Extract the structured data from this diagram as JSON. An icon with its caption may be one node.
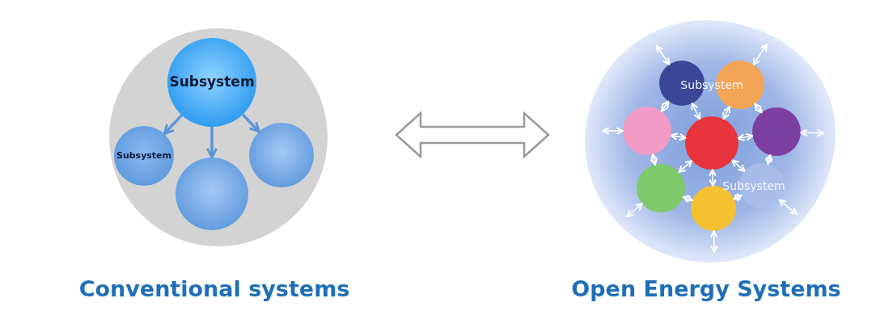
{
  "diagram": {
    "nodes": [
      {
        "text": [],
        "shape": "circle",
        "beside": [
          "Conventional systems"
        ]
      },
      {
        "text": [
          "Subsystem"
        ],
        "in": 0
      },
      {
        "text": [
          "Subsystem"
        ],
        "in": 0
      },
      {
        "text": [],
        "shape": "circle",
        "in": 0
      },
      {
        "text": [],
        "shape": "circle",
        "in": 0
      },
      {
        "text": [],
        "shape": "cloud",
        "beside": [
          "Open Energy Systems"
        ]
      },
      {
        "text": [
          "Subsystem"
        ],
        "in": 5
      },
      {
        "text": [],
        "shape": "circle",
        "in": 5
      },
      {
        "text": [],
        "shape": "circle",
        "in": 5
      },
      {
        "text": [],
        "shape": "circle",
        "in": 5
      },
      {
        "text": [],
        "shape": "circle",
        "in": 5
      },
      {
        "text": [],
        "shape": "circle",
        "in": 5
      },
      {
        "text": [
          "Subsystem"
        ],
        "in": 5
      },
      {
        "text": [],
        "shape": "circle",
        "in": 5
      }
    ],
    "edges": [
      {
        "from": 1,
        "to": 2,
        "arrow": "to",
        "style": "thick",
        "color": "#5b95d6"
      },
      {
        "from": 1,
        "to": 3,
        "arrow": "to",
        "style": "thick",
        "color": "#5b95d6"
      },
      {
        "from": 1,
        "to": 4,
        "arrow": "to",
        "style": "thick",
        "color": "#5b95d6"
      },
      {
        "from": 0,
        "to": 5,
        "arrow": "both",
        "style": "thick",
        "color": "#9a9a9a"
      },
      {
        "from": 6,
        "to": 9,
        "arrow": "both"
      },
      {
        "from": 7,
        "to": 9,
        "arrow": "both"
      },
      {
        "from": 8,
        "to": 9,
        "arrow": "both"
      },
      {
        "from": 10,
        "to": 9,
        "arrow": "both"
      },
      {
        "from": 11,
        "to": 9,
        "arrow": "both"
      },
      {
        "from": 12,
        "to": 9,
        "arrow": "both"
      },
      {
        "from": 13,
        "to": 9,
        "arrow": "both"
      },
      {
        "from": 6,
        "to": 8,
        "arrow": "both"
      },
      {
        "from": 7,
        "to": 10,
        "arrow": "both"
      },
      {
        "from": 8,
        "to": 11,
        "arrow": "both"
      },
      {
        "from": 10,
        "to": 12,
        "arrow": "both"
      },
      {
        "from": 11,
        "to": 13,
        "arrow": "both"
      },
      {
        "from": 13,
        "to": 12,
        "arrow": "both"
      },
      {
        "from": null,
        "to": 6,
        "arrow": "both"
      },
      {
        "from": null,
        "to": 7,
        "arrow": "both"
      },
      {
        "from": null,
        "to": 8,
        "arrow": "both"
      },
      {
        "from": null,
        "to": 10,
        "arrow": "both"
      },
      {
        "from": null,
        "to": 11,
        "arrow": "both"
      },
      {
        "from": null,
        "to": 13,
        "arrow": "both"
      },
      {
        "from": null,
        "to": 12,
        "arrow": "both"
      }
    ]
  }
}
